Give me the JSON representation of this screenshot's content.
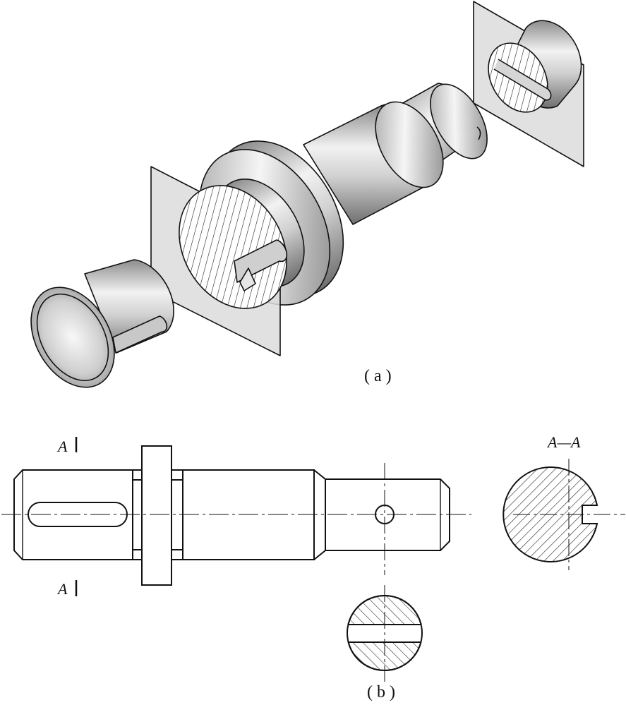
{
  "captions": {
    "a": "( a )",
    "b": "( b )"
  },
  "labels": {
    "section_top": "A",
    "section_bottom": "A",
    "section_view": "A—A"
  },
  "colors": {
    "line": "#111111",
    "plane": "#dedede",
    "steel_light": "#f4f4f4",
    "steel_dark": "#8c8c8c"
  }
}
